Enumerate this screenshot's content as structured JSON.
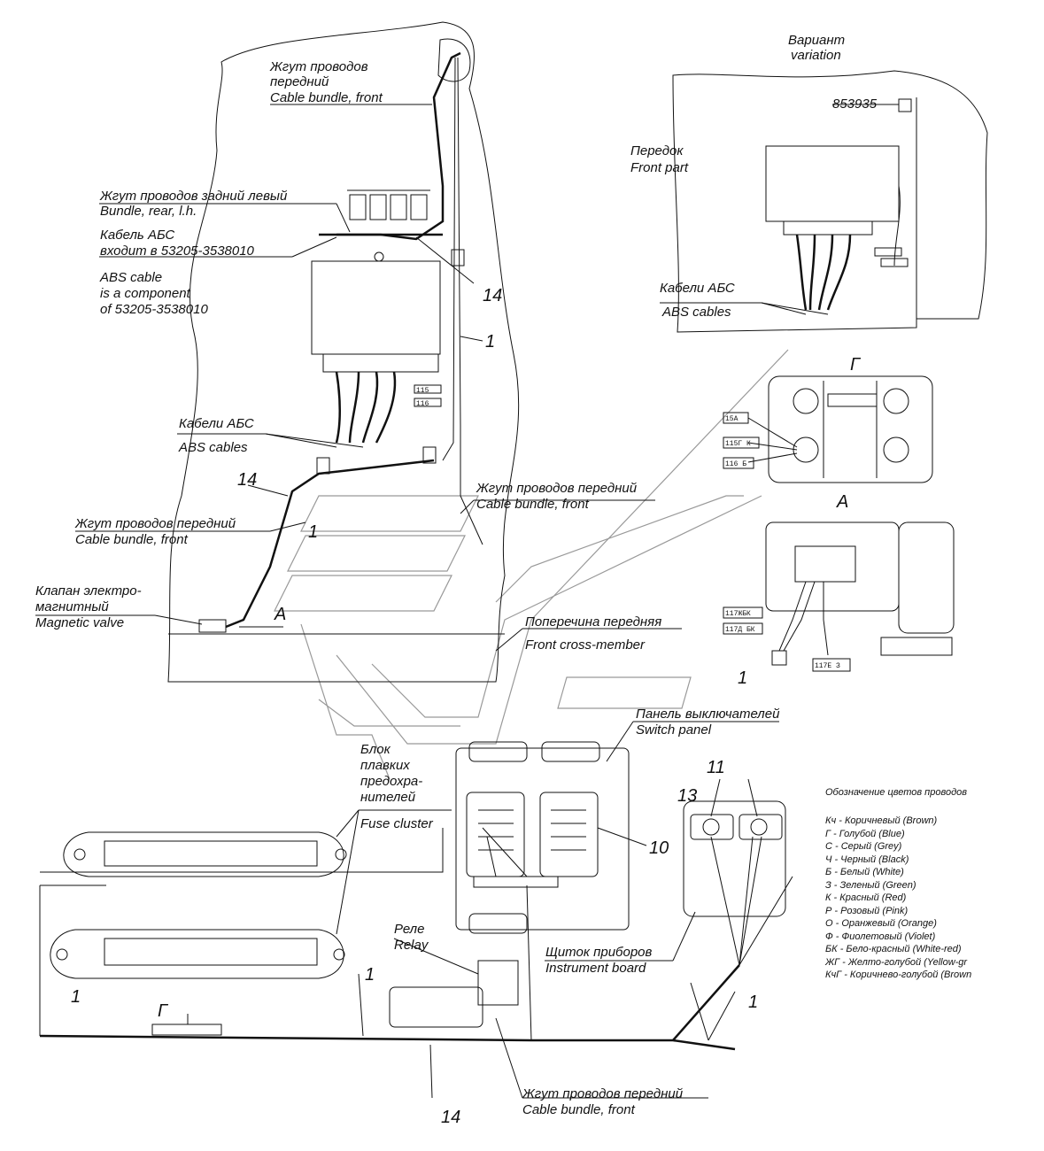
{
  "variant": {
    "ru": "Вариант",
    "en": "variation"
  },
  "labels": {
    "bundle_front_top_ru": "Жгут проводов",
    "bundle_front_top_ru2": "передний",
    "bundle_front_top_en": "Cable bundle, front",
    "bundle_rear_lh_ru": "Жгут проводов задний левый",
    "bundle_rear_lh_en": "Bundle, rear, l.h.",
    "abs_cable_ru1": "Кабель АБС",
    "abs_cable_ru2": "входит в 53205-3538010",
    "abs_cable_en1": "ABS cable",
    "abs_cable_en2": "is a component",
    "abs_cable_en3": "of 53205-3538010",
    "abs_cables_ru": "Кабели АБС",
    "abs_cables_en": "ABS cables",
    "bundle_front_mid_ru": "Жгут проводов передний",
    "bundle_front_mid_en": "Cable bundle, front",
    "bundle_front_left_ru": "Жгут проводов передний",
    "bundle_front_left_en": "Cable bundle, front",
    "valve_ru1": "Клапан электро-",
    "valve_ru2": "магнитный",
    "valve_en": "Magnetic valve",
    "crossmember_ru": "Поперечина передняя",
    "crossmember_en": "Front cross-member",
    "switch_ru": "Панель выключателей",
    "switch_en": "Switch panel",
    "fuse_ru1": "Блок",
    "fuse_ru2": "плавких",
    "fuse_ru3": "предохра-",
    "fuse_ru4": "нителей",
    "fuse_en": "Fuse cluster",
    "relay_ru": "Реле",
    "relay_en": "Relay",
    "board_ru": "Щиток приборов",
    "board_en": "Instrument board",
    "bundle_bottom_ru": "Жгут проводов передний",
    "bundle_bottom_en": "Cable bundle, front",
    "front_part_ru": "Передок",
    "front_part_en": "Front part",
    "part_no": "853935",
    "abs_cables_var_ru": "Кабели АБС",
    "abs_cables_var_en": "ABS cables",
    "view_g": "Г",
    "view_a": "А",
    "view_a2": "А",
    "view_g_arrow": "Г"
  },
  "numbers": {
    "n14a": "14",
    "n1a": "1",
    "n14b": "14",
    "n1b": "1",
    "n1c": "1",
    "n1d": "1",
    "n1e": "1",
    "n1f": "1",
    "n11": "11",
    "n13": "13",
    "n10": "10",
    "n14c": "14"
  },
  "tags": {
    "t15a": "15А",
    "t115gk": "115Г К",
    "t116b": "116 Б",
    "t117zhbk": "117ЖБК",
    "t117dbk": "117Д БК",
    "t117e3": "117Е  З",
    "t115": "115",
    "t116": "116"
  },
  "legend": {
    "title": "Обозначение цветов проводов",
    "items": [
      "Кч  - Коричневый (Brown)",
      "Г   - Голубой (Blue)",
      "С   - Серый (Grey)",
      "Ч   - Черный (Black)",
      "Б   - Белый (White)",
      "З   - Зеленый (Green)",
      "К   - Красный (Red)",
      "Р   - Розовый (Pink)",
      "О   - Оранжевый (Orange)",
      "Ф   - Фиолетовый (Violet)",
      "БК  - Бело-красный (White-red)",
      "ЖГ  - Желто-голубой (Yellow-gr",
      "КчГ - Коричнево-голубой (Brown"
    ]
  }
}
